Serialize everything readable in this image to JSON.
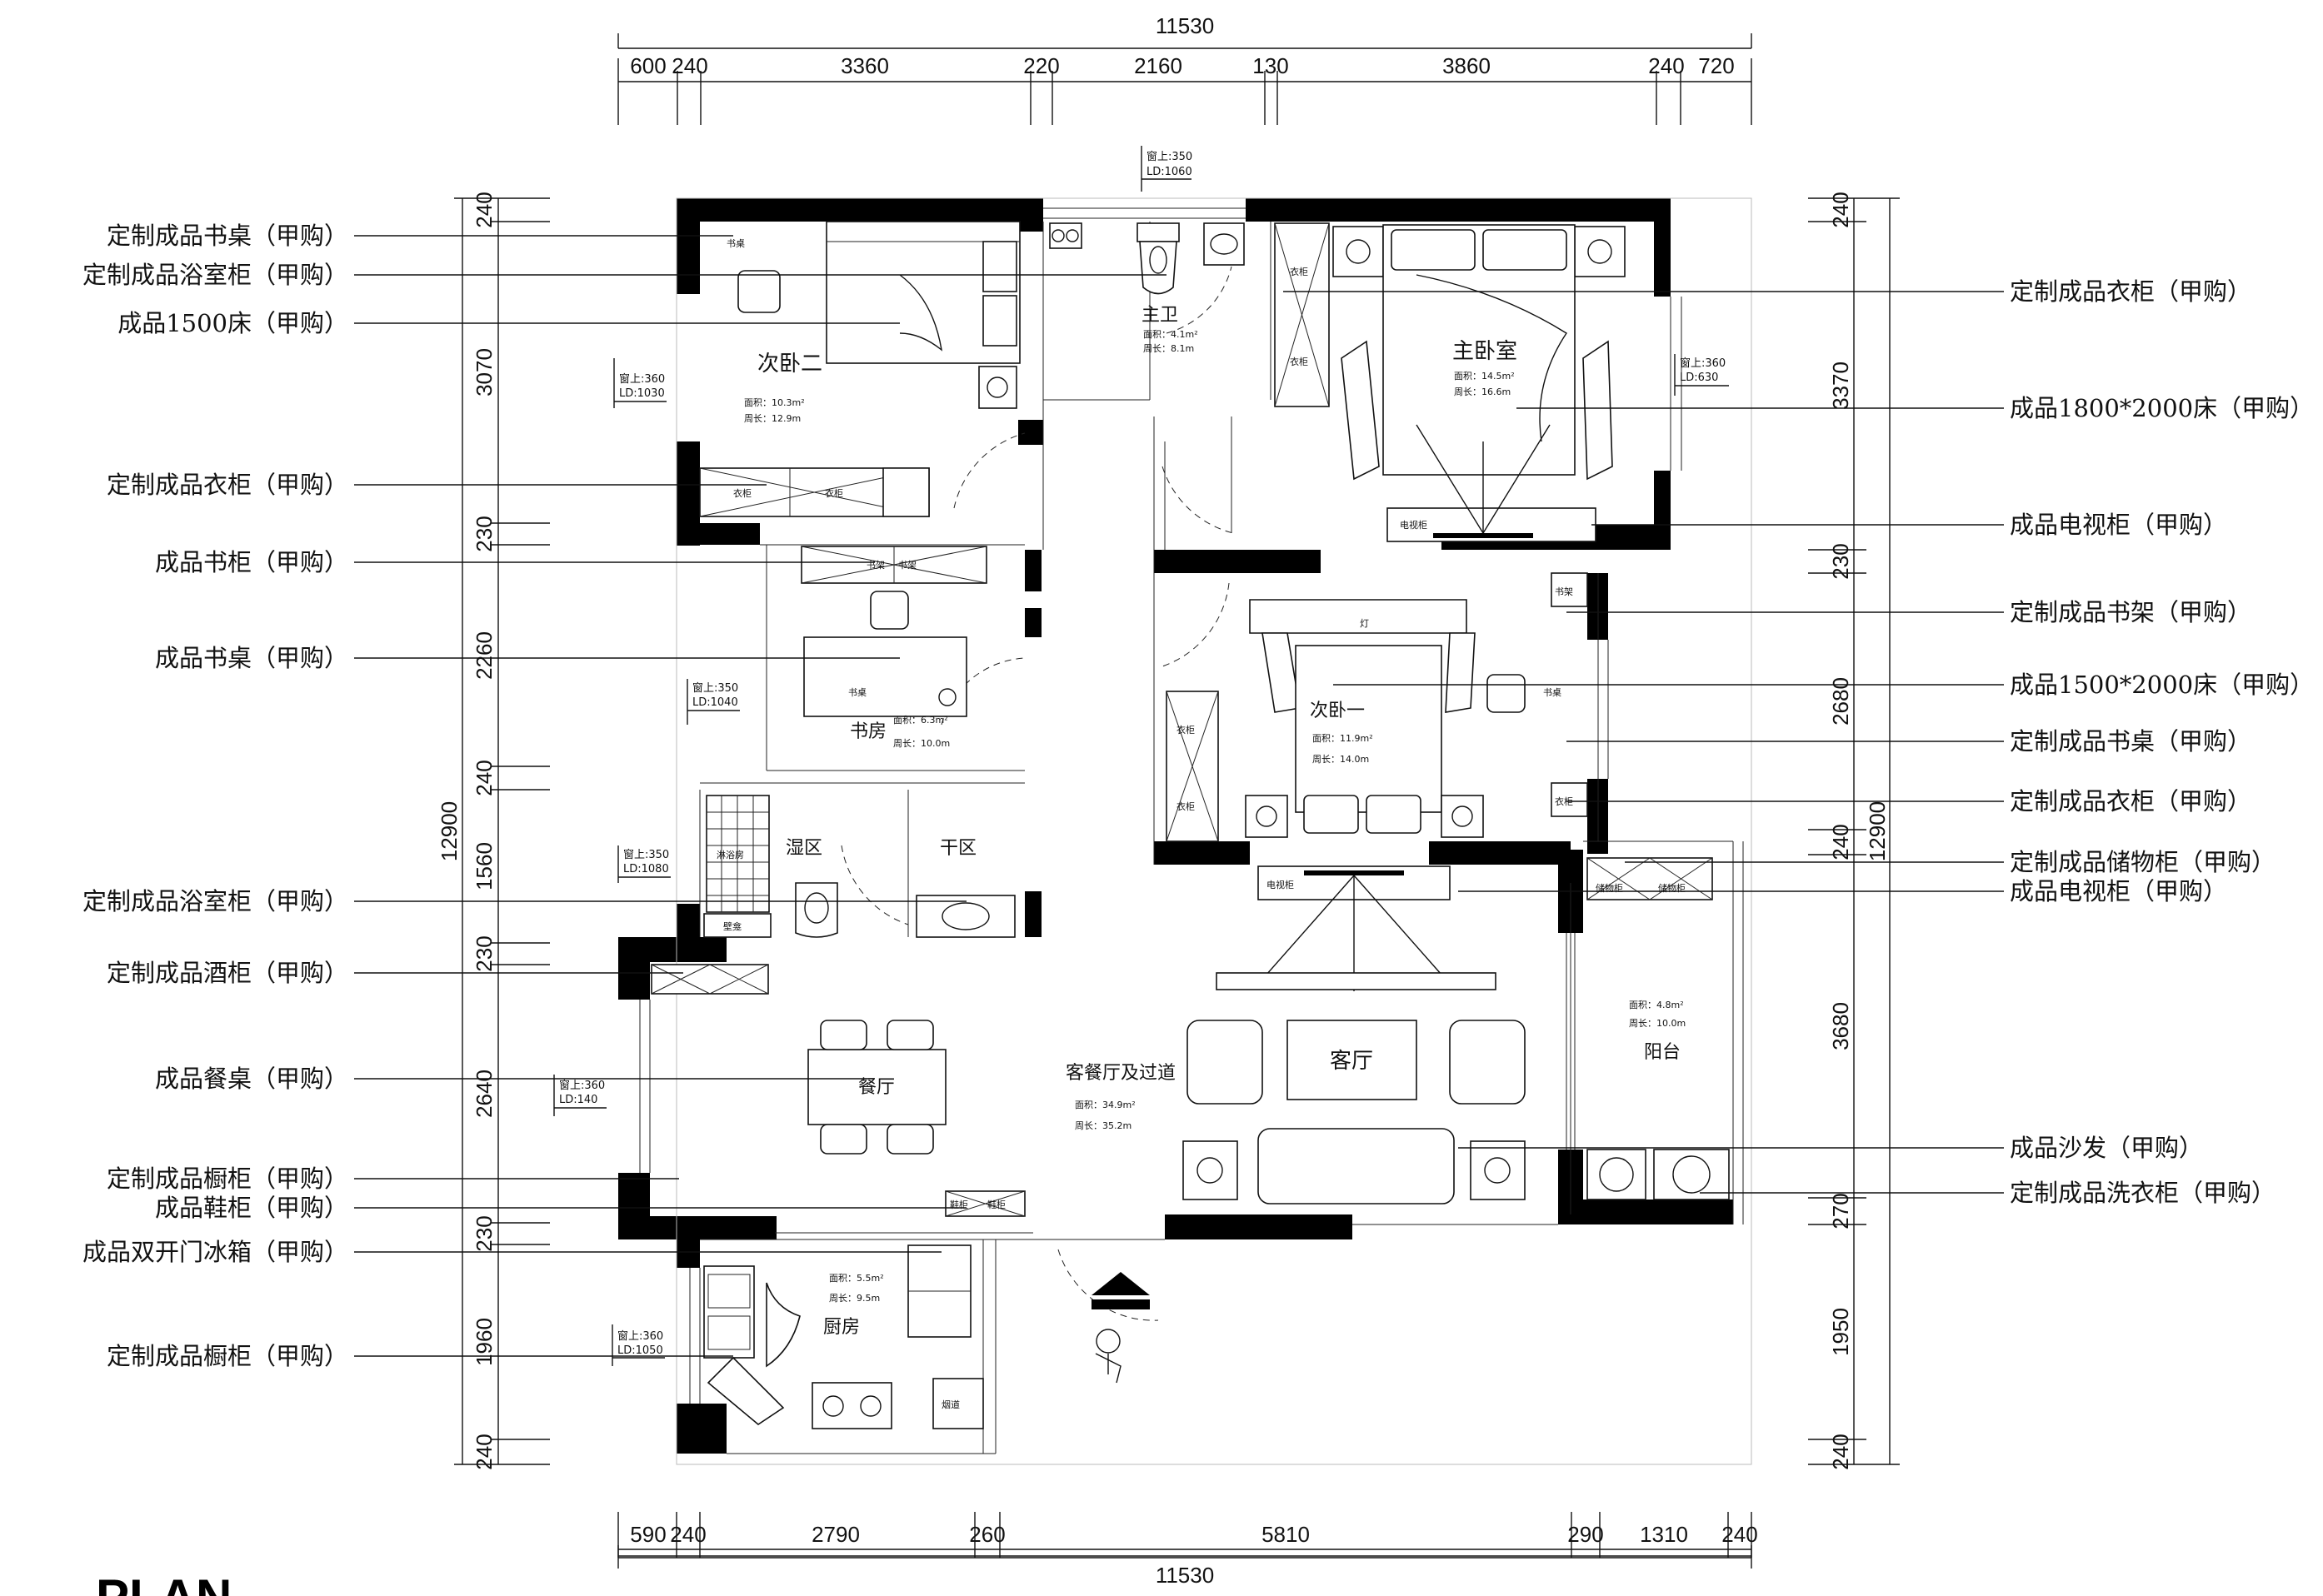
{
  "dimensions": {
    "top_total": "11530",
    "top_segments": [
      "600",
      "240",
      "3360",
      "220",
      "2160",
      "130",
      "3860",
      "240",
      "720"
    ],
    "bottom_total": "11530",
    "bottom_segments": [
      "590",
      "240",
      "2790",
      "260",
      "5810",
      "290",
      "1310",
      "240"
    ],
    "left_total": "12900",
    "left_segments": [
      "240",
      "3070",
      "230",
      "2260",
      "240",
      "1560",
      "230",
      "2640",
      "230",
      "1960",
      "240"
    ],
    "right_total": "12900",
    "right_segments": [
      "240",
      "3370",
      "230",
      "2680",
      "240",
      "3680",
      "270",
      "1950",
      "240"
    ]
  },
  "left_labels": [
    "定制成品书桌（甲购）",
    "定制成品浴室柜（甲购）",
    "成品1500床（甲购）",
    "定制成品衣柜（甲购）",
    "成品书柜（甲购）",
    "成品书桌（甲购）",
    "定制成品浴室柜（甲购）",
    "定制成品酒柜（甲购）",
    "成品餐桌（甲购）",
    "定制成品橱柜（甲购）",
    "成品鞋柜（甲购）",
    "成品双开门冰箱（甲购）",
    "定制成品橱柜（甲购）"
  ],
  "right_labels": [
    "定制成品衣柜（甲购）",
    "成品1800*2000床（甲购）",
    "成品电视柜（甲购）",
    "定制成品书架（甲购）",
    "成品1500*2000床（甲购）",
    "定制成品书桌（甲购）",
    "定制成品衣柜（甲购）",
    "定制成品储物柜（甲购）",
    "成品电视柜（甲购）",
    "成品沙发（甲购）",
    "定制成品洗衣柜（甲购）"
  ],
  "rooms": {
    "bedroom2": {
      "name": "次卧二",
      "area": "面积：10.3m²",
      "perimeter": "周长：12.9m"
    },
    "master_bath": {
      "name": "主卫",
      "area": "面积：4.1m²",
      "perimeter": "周长：8.1m"
    },
    "master_bedroom": {
      "name": "主卧室",
      "area": "面积：14.5m²",
      "perimeter": "周长：16.6m"
    },
    "study": {
      "name": "书房",
      "area": "面积：6.3m²",
      "perimeter": "周长：10.0m"
    },
    "bedroom1": {
      "name": "次卧一",
      "area": "面积：11.9m²",
      "perimeter": "周长：14.0m"
    },
    "wet_zone": {
      "name": "湿区"
    },
    "dry_zone": {
      "name": "干区"
    },
    "living_dining": {
      "name": "客餐厅及过道",
      "area": "面积：34.9m²",
      "perimeter": "周长：35.2m"
    },
    "living": {
      "name": "客厅"
    },
    "dining": {
      "name": "餐厅"
    },
    "balcony": {
      "name": "阳台",
      "area": "面积：4.8m²",
      "perimeter": "周长：10.0m"
    },
    "kitchen": {
      "name": "厨房",
      "area": "面积：5.5m²",
      "perimeter": "周长：9.5m"
    }
  },
  "windows": [
    {
      "sill": "窗上:350",
      "ld": "LD:1060"
    },
    {
      "sill": "窗上:360",
      "ld": "LD:1030"
    },
    {
      "sill": "窗上:360",
      "ld": "LD:630"
    },
    {
      "sill": "窗上:350",
      "ld": "LD:1040"
    },
    {
      "sill": "窗上:350",
      "ld": "LD:1080"
    },
    {
      "sill": "窗上:360",
      "ld": "LD:140"
    },
    {
      "sill": "窗上:360",
      "ld": "LD:1050"
    }
  ],
  "furniture_tags": {
    "desk": "书桌",
    "wardrobe": "衣柜",
    "bookshelf": "书架",
    "tv_cabinet": "电视柜",
    "storage": "储物柜",
    "shoe_cab": "鞋柜",
    "shower": "淋浴房",
    "niche": "壁龛",
    "flue": "烟道",
    "lamp": "灯"
  },
  "footer": {
    "plan_title": "PLAN"
  }
}
